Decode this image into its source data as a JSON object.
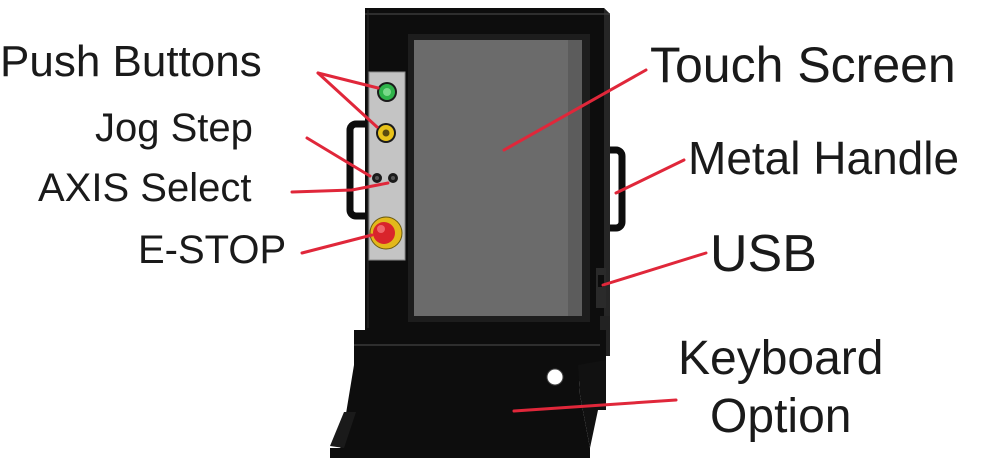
{
  "labels": {
    "push_buttons": "Push Buttons",
    "jog_step": "Jog Step",
    "axis_select": "AXIS Select",
    "estop": "E-STOP",
    "touch_screen": "Touch Screen",
    "metal_handle": "Metal Handle",
    "usb": "USB",
    "keyboard_line1": "Keyboard",
    "keyboard_line2": "Option"
  },
  "colors": {
    "callout_line": "#e0273a",
    "enclosure": "#0d0d0d",
    "screen": "#6b6b6b",
    "button_panel": "#c4c4c4",
    "green_button": "#2fb34a",
    "yellow_button": "#e8c21a",
    "estop_red": "#d9242b",
    "estop_ring": "#e3b81b"
  }
}
